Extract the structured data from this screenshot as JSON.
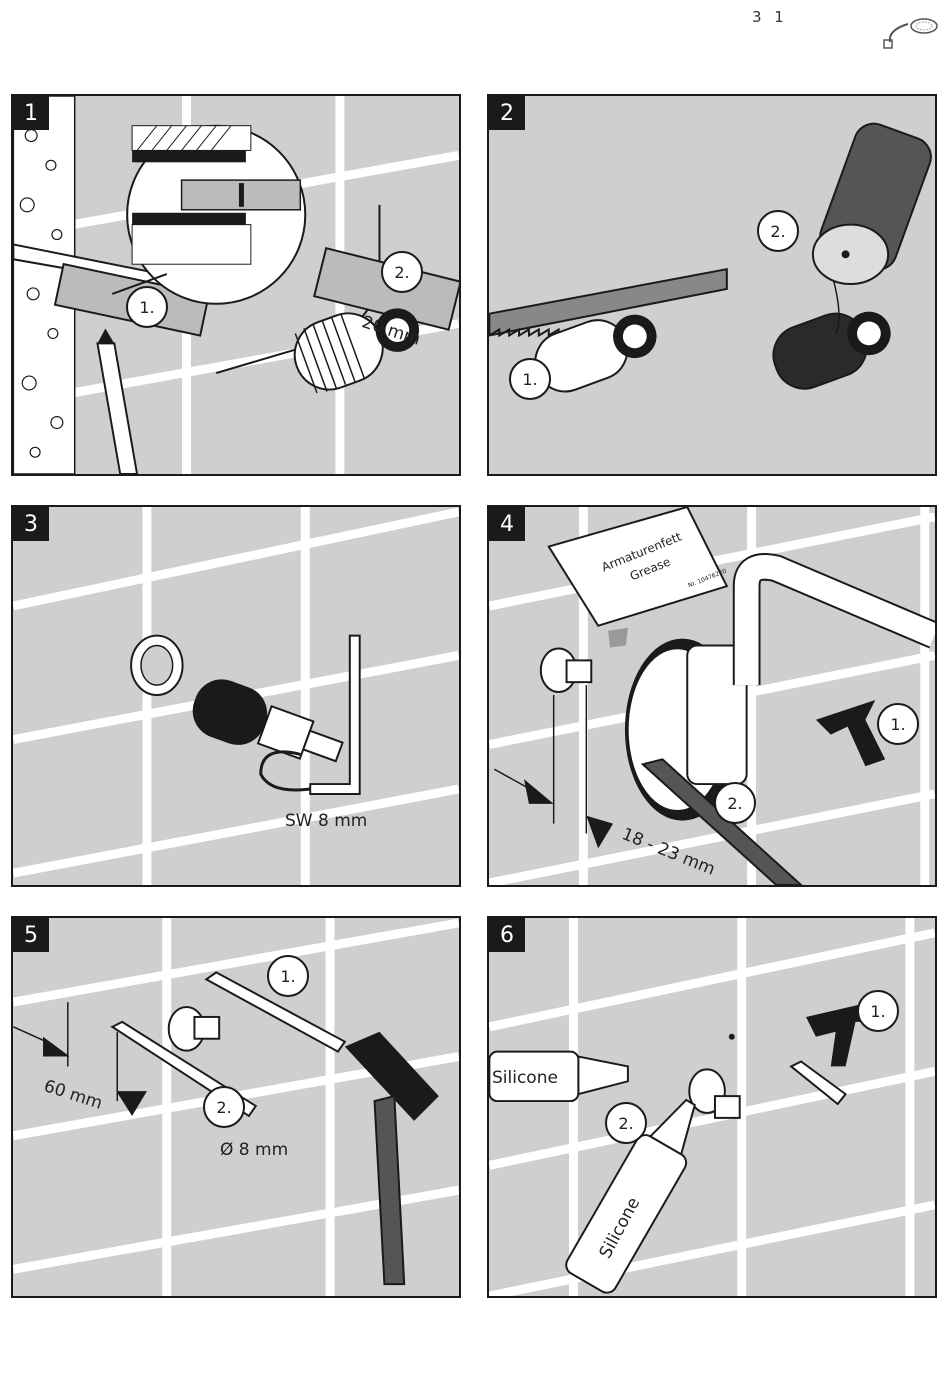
{
  "page": {
    "number": "3 1",
    "icon": "shower-head-icon"
  },
  "steps": [
    {
      "number": "1",
      "callouts": [
        "1.",
        "2."
      ],
      "labels": [
        "20 mm"
      ]
    },
    {
      "number": "2",
      "callouts": [
        "1.",
        "2."
      ],
      "labels": []
    },
    {
      "number": "3",
      "callouts": [],
      "labels": [
        "SW 8 mm"
      ]
    },
    {
      "number": "4",
      "callouts": [
        "1.",
        "2."
      ],
      "labels": [
        "18 - 23 mm",
        "Armaturenfett",
        "Grease",
        "Nr. 10476220"
      ]
    },
    {
      "number": "5",
      "callouts": [
        "1.",
        "2."
      ],
      "labels": [
        "60 mm",
        "Ø 8 mm"
      ]
    },
    {
      "number": "6",
      "callouts": [
        "1.",
        "2."
      ],
      "labels": [
        "Silicone",
        "Silicone"
      ]
    }
  ],
  "colors": {
    "wall": "#cfcfcf",
    "tile_grout": "#ffffff",
    "ink": "#1a1a1a",
    "step_badge": "#1a1a1a"
  }
}
